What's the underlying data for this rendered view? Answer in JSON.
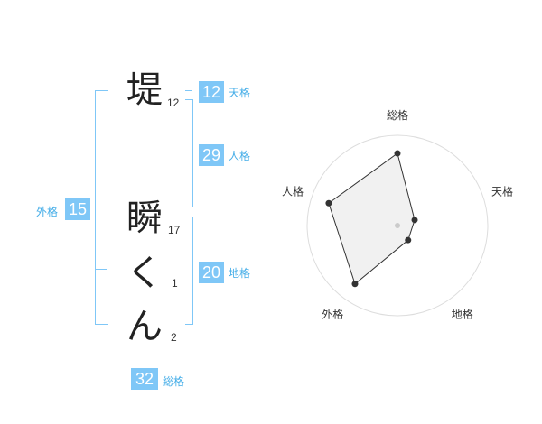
{
  "name_chars": [
    {
      "char": "堤",
      "strokes": "12"
    },
    {
      "char": "瞬",
      "strokes": "17"
    },
    {
      "char": "く",
      "strokes": "1"
    },
    {
      "char": "ん",
      "strokes": "2"
    }
  ],
  "fortune": {
    "tenkaku": {
      "value": "12",
      "label": "天格"
    },
    "jinkaku": {
      "value": "29",
      "label": "人格"
    },
    "chikaku": {
      "value": "20",
      "label": "地格"
    },
    "gaikaku": {
      "value": "15",
      "label": "外格"
    },
    "soukaku": {
      "value": "32",
      "label": "総格"
    }
  },
  "colors": {
    "accent": "#7fc7f7",
    "label": "#46aee8"
  },
  "chart_data": {
    "type": "radar",
    "axes": [
      "総格",
      "天格",
      "地格",
      "外格",
      "人格"
    ],
    "values": [
      4,
      1,
      1,
      4,
      4
    ],
    "max": 5,
    "rings": 5
  }
}
